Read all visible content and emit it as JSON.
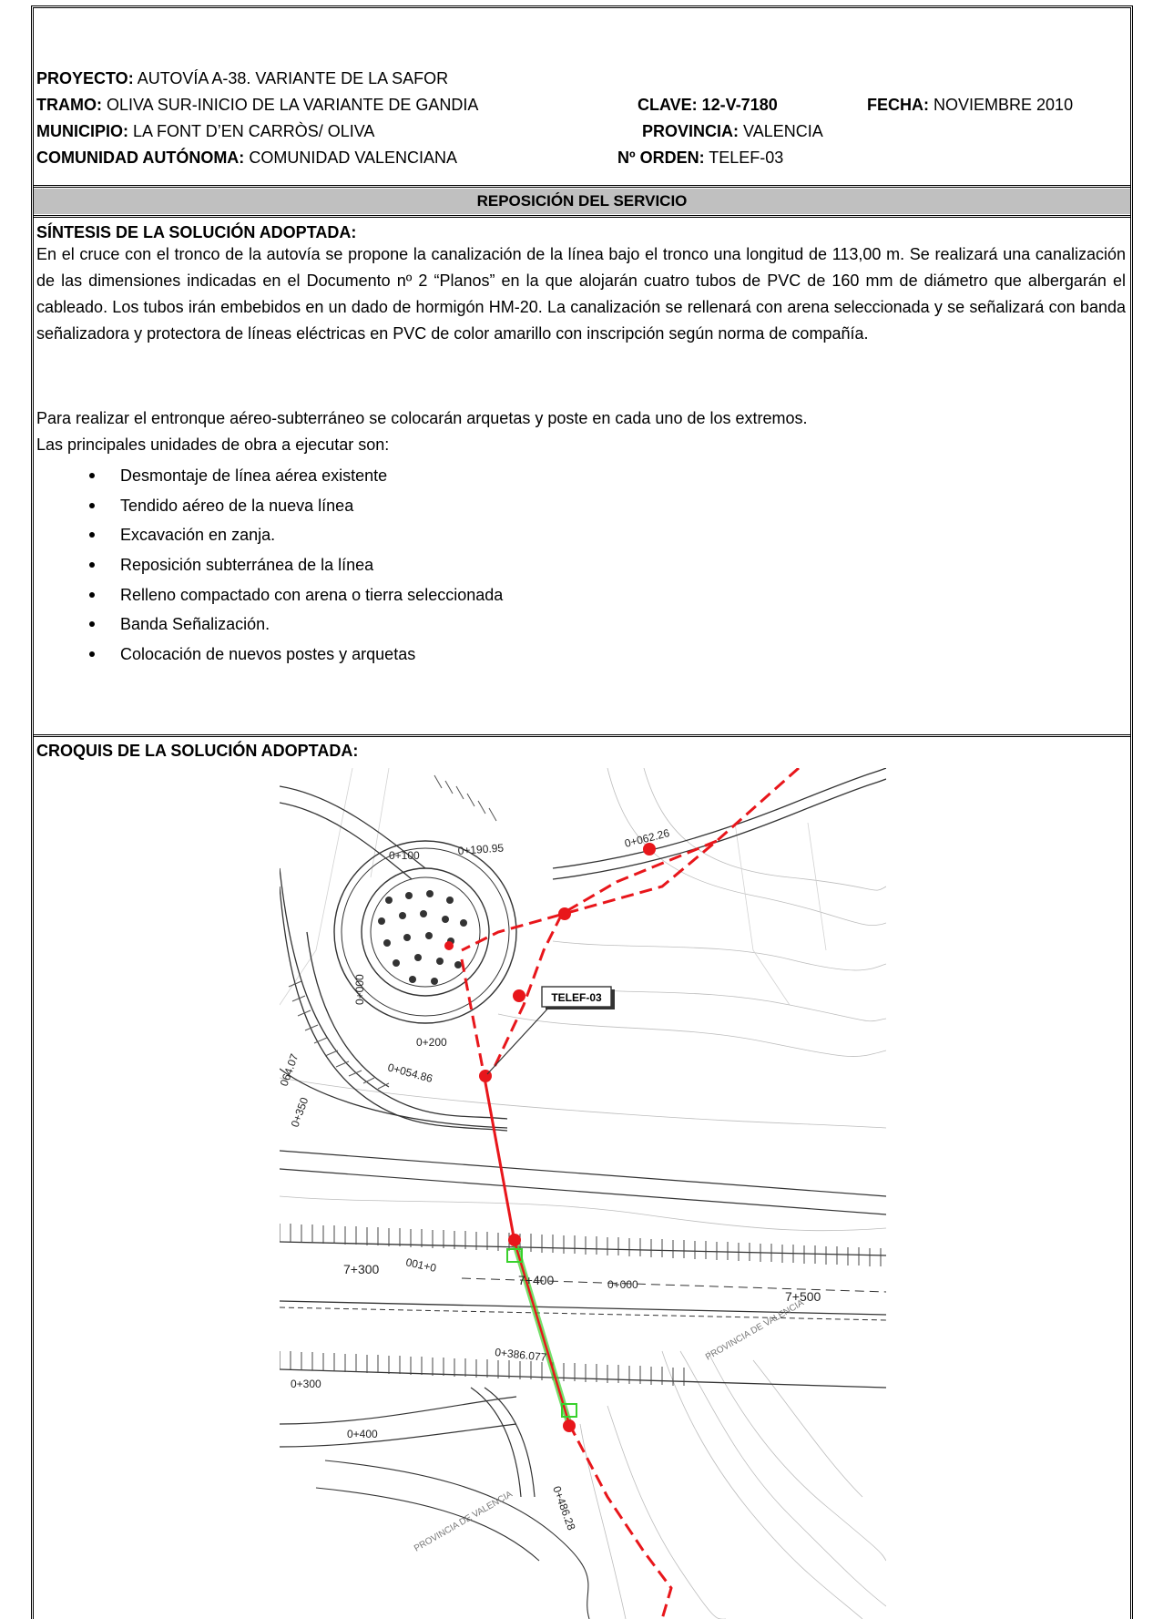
{
  "header": {
    "proyecto_label": "PROYECTO:",
    "proyecto_value": "AUTOVÍA A-38. VARIANTE DE LA SAFOR",
    "tramo_label": "TRAMO:",
    "tramo_value": "OLIVA SUR-INICIO DE LA VARIANTE DE GANDIA",
    "clave_label": "CLAVE: 12-V-7180",
    "fecha_label": "FECHA:",
    "fecha_value": "NOVIEMBRE 2010",
    "municipio_label": "MUNICIPIO:",
    "municipio_value": "LA FONT D’EN CARRÒS/ OLIVA",
    "provincia_label": "PROVINCIA:",
    "provincia_value": "VALENCIA",
    "comunidad_label": "COMUNIDAD AUTÓNOMA:",
    "comunidad_value": "COMUNIDAD VALENCIANA",
    "orden_label": "Nº ORDEN:",
    "orden_value": "TELEF-03"
  },
  "reposicion_title": "REPOSICIÓN DEL SERVICIO",
  "sintesis": {
    "title": "SÍNTESIS DE LA SOLUCIÓN ADOPTADA:",
    "paragraph": "En el cruce con el tronco de la autovía se propone la canalización de la línea bajo el tronco una longitud de 113,00 m. Se realizará una canalización de las dimensiones indicadas en el Documento nº 2 “Planos” en la que alojarán cuatro tubos de PVC de 160 mm de diámetro que albergarán el cableado. Los tubos irán embebidos en un dado de hormigón HM-20. La canalización se rellenará con arena seleccionada y se señalizará con banda señalizadora y protectora de líneas eléctricas en PVC de color amarillo con inscripción según norma de compañía.",
    "entronque": "Para realizar el entronque aéreo-subterráneo se colocarán arquetas y poste en cada uno de los extremos.",
    "units_intro": "Las principales unidades de obra a ejecutar son:",
    "units": [
      "Desmontaje de línea aérea existente",
      "Tendido aéreo de la nueva línea",
      "Excavación en zanja.",
      "Reposición subterránea de la línea",
      "Relleno compactado con arena o tierra seleccionada",
      "Banda Señalización.",
      "Colocación de nuevos postes y arquetas"
    ]
  },
  "croquis": {
    "title": "CROQUIS DE LA SOLUCIÓN ADOPTADA:",
    "map_labels": {
      "tag": "TELEF-03",
      "pk_7300": "7+300",
      "pk_7400": "7+400",
      "pk_7500": "7+500",
      "pk_0000": "0+000",
      "pk_0100": "0+100",
      "pk_0200": "0+200",
      "pk_0300": "0+300",
      "pk_0400": "0+400",
      "pk_0350": "0+350",
      "pk_062": "0+062.26",
      "pk_054": "0+054.86",
      "pk_386": "0+386.077",
      "pk_486": "0+486.28",
      "pk_190": "0+190.95",
      "pk_064": "064.07",
      "pk_001": "001+0",
      "provincia": "PROVINCIA DE VALENCIA"
    }
  },
  "colors": {
    "line_red": "#e8161b",
    "buried_green": "#39d12c",
    "band_gray": "#c0c0c0"
  }
}
